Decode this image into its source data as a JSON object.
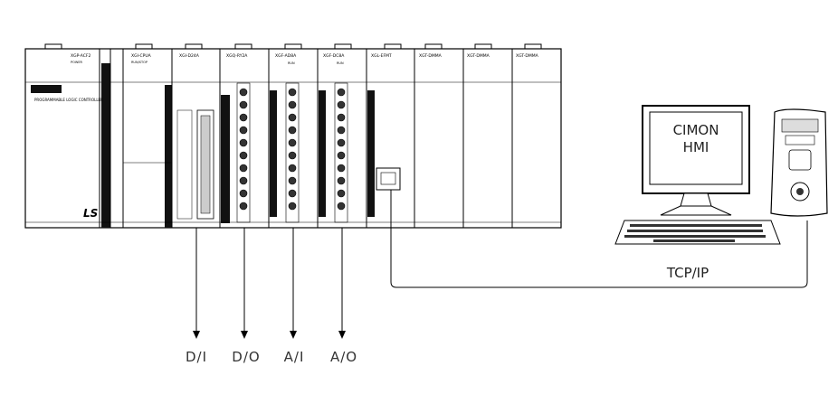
{
  "plc": {
    "modules": [
      {
        "name": "XGP-ACF2",
        "sub": "POWER"
      },
      {
        "name": "XGI-CPUA",
        "sub": "RUN/STOP"
      },
      {
        "name": "XGI-D24A",
        "sub": ""
      },
      {
        "name": "XGQ-RY2A",
        "sub": ""
      },
      {
        "name": "XGF-AD8A",
        "sub": "RUN"
      },
      {
        "name": "XGF-DC8A",
        "sub": "RUN"
      },
      {
        "name": "XGL-EFMT",
        "sub": ""
      },
      {
        "name": "XGT-DMMA",
        "sub": ""
      },
      {
        "name": "XGT-DMMA",
        "sub": ""
      },
      {
        "name": "XGT-DMMA",
        "sub": ""
      }
    ],
    "brand": "LS",
    "power_caption": "PROGRAMMABLE LOGIC CONTROLLER"
  },
  "hmi": {
    "line1": "CIMON",
    "line2": "HMI"
  },
  "network_label": "TCP/IP",
  "signals": [
    "D/I",
    "D/O",
    "A/I",
    "A/O"
  ]
}
